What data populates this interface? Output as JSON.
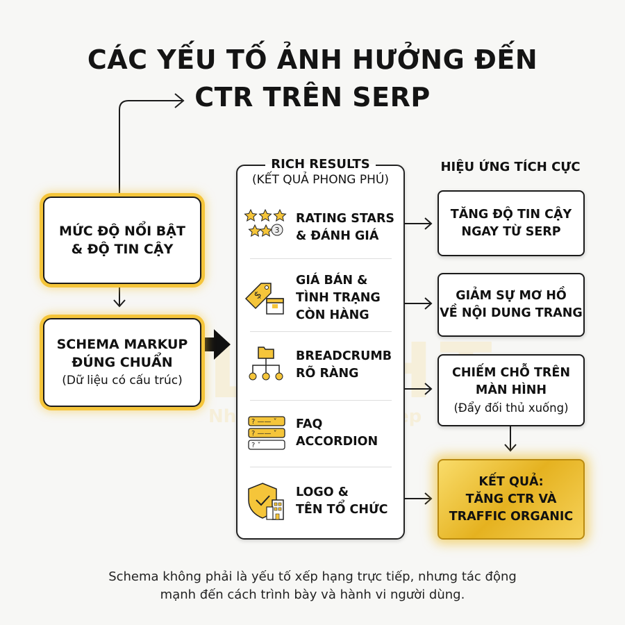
{
  "title": {
    "line1": "CÁC YẾU TỐ ẢNH HƯỞNG ĐẾN",
    "line2": "CTR TRÊN SERP"
  },
  "watermark": {
    "brand": "LIGHT",
    "slogan": "Nhanh – Chuẩn – Đẹp"
  },
  "left": [
    {
      "lines": [
        "MỨC ĐỘ NỔI BẬT",
        "& ĐỘ TIN CẬY"
      ],
      "sub": ""
    },
    {
      "lines": [
        "SCHEMA MARKUP",
        "ĐÚNG CHUẨN"
      ],
      "sub": "(Dữ liệu có cấu trúc)"
    }
  ],
  "rich": {
    "title": "RICH RESULTS",
    "subtitle": "(KẾT QUẢ PHONG PHÚ)",
    "items": [
      {
        "icon": "rating-stars-icon",
        "label": "RATING STARS\n& ĐÁNH GIÁ",
        "badge": "3"
      },
      {
        "icon": "price-tag-icon",
        "label": "GIÁ BÁN &\nTÌNH TRẠNG\nCÒN HÀNG"
      },
      {
        "icon": "breadcrumb-tree-icon",
        "label": "BREADCRUMB\nRÕ RÀNG"
      },
      {
        "icon": "faq-accordion-icon",
        "label": "FAQ\nACCORDION"
      },
      {
        "icon": "shield-building-icon",
        "label": "LOGO &\nTÊN TỔ CHỨC"
      }
    ]
  },
  "effects": {
    "title": "HIỆU ỨNG TÍCH CỰC",
    "boxes": [
      {
        "lines": [
          "TĂNG ĐỘ TIN CẬY",
          "NGAY TỪ SERP"
        ],
        "sub": ""
      },
      {
        "lines": [
          "GIẢM SỰ MƠ HỒ",
          "VỀ NỘI DUNG TRANG"
        ],
        "sub": ""
      },
      {
        "lines": [
          "CHIẾM CHỖ TRÊN",
          "MÀN HÌNH"
        ],
        "sub": "(Đẩy đối thủ xuống)"
      },
      {
        "lines": [
          "KẾT QUẢ:",
          "TĂNG CTR VÀ",
          "TRAFFIC ORGANIC"
        ],
        "sub": ""
      }
    ]
  },
  "footer": {
    "line1": "Schema không phải là yếu tố xếp hạng trực tiếp, nhưng tác động",
    "line2": "mạnh đến cách trình bày và hành vi người dùng."
  },
  "colors": {
    "accent": "#f5c53a",
    "gold": "#e5b220",
    "ink": "#141414"
  }
}
